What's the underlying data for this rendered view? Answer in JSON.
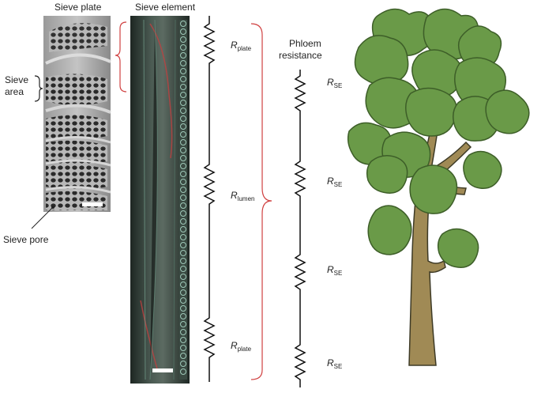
{
  "labels": {
    "sieve_plate": "Sieve plate",
    "sieve_element": "Sieve element",
    "sieve_area_line1": "Sieve",
    "sieve_area_line2": "area",
    "sieve_pore": "Sieve pore",
    "phloem_line1": "Phloem",
    "phloem_line2": "resistance"
  },
  "resistors": {
    "r_symbol": "R",
    "plate_sub": "plate",
    "lumen_sub": "lumen",
    "se_sub": "SE"
  },
  "colors": {
    "bracket_red": "#d04040",
    "leaf_fill": "#6a9a48",
    "leaf_stroke": "#3d5e28",
    "trunk_fill": "#a08a55",
    "trunk_stroke": "#3d3a26",
    "micrograph_bg": "#7a7a7a",
    "fluorescence_bg": "#2e3a34"
  }
}
